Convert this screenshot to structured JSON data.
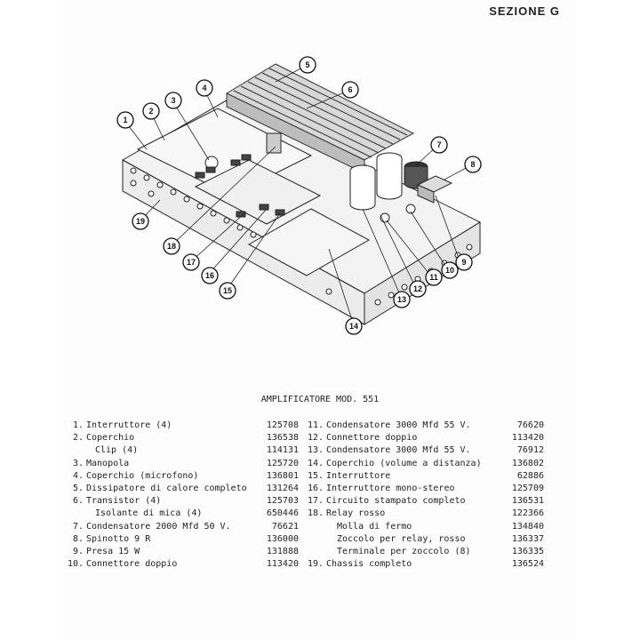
{
  "header": {
    "section": "SEZIONE G"
  },
  "title": "AMPLIFICATORE MOD. 551",
  "callouts": [
    "1",
    "2",
    "3",
    "4",
    "5",
    "6",
    "7",
    "8",
    "9",
    "10",
    "11",
    "12",
    "13",
    "14",
    "15",
    "16",
    "17",
    "18",
    "19"
  ],
  "parts_left": [
    {
      "num": "1.",
      "label": "Interruttore (4)",
      "code": "125708"
    },
    {
      "num": "2.",
      "label": "Coperchio",
      "code": "136538"
    },
    {
      "num": "",
      "label": "Clip (4)",
      "code": "114131",
      "sub": true
    },
    {
      "num": "3.",
      "label": "Manopola",
      "code": "125720"
    },
    {
      "num": "4.",
      "label": "Coperchio (microfono)",
      "code": "136801"
    },
    {
      "num": "5.",
      "label": "Dissipatore di calore completo",
      "code": "131264"
    },
    {
      "num": "6.",
      "label": "Transistor (4)",
      "code": "125703"
    },
    {
      "num": "",
      "label": "Isolante di mica (4)",
      "code": "650446",
      "sub": true
    },
    {
      "num": "7.",
      "label": "Condensatore 2000 Mfd 50 V.",
      "code": "76621"
    },
    {
      "num": "8.",
      "label": "Spinotto 9 R",
      "code": "136000"
    },
    {
      "num": "9.",
      "label": "Presa 15 W",
      "code": "131888"
    },
    {
      "num": "10.",
      "label": "Connettore doppio",
      "code": "113420"
    }
  ],
  "parts_right": [
    {
      "num": "11.",
      "label": "Condensatore 3000 Mfd 55 V.",
      "code": "76620"
    },
    {
      "num": "12.",
      "label": "Connettore doppio",
      "code": "113420"
    },
    {
      "num": "13.",
      "label": "Condensatore 3000 Mfd 55 V.",
      "code": "76912"
    },
    {
      "num": "14.",
      "label": "Coperchio (volume a distanza)",
      "code": "136802"
    },
    {
      "num": "15.",
      "label": "Interruttore",
      "code": "62886"
    },
    {
      "num": "16.",
      "label": "Interruttore mono-stereo",
      "code": "125709"
    },
    {
      "num": "17.",
      "label": "Circuito stampato completo",
      "code": "136531"
    },
    {
      "num": "18.",
      "label": "Relay rosso",
      "code": "122366"
    },
    {
      "num": "",
      "label": "Molla di fermo",
      "code": "134840",
      "sub": true
    },
    {
      "num": "",
      "label": "Zoccolo per relay, rosso",
      "code": "136337",
      "sub": true
    },
    {
      "num": "",
      "label": "Terminale per zoccolo (8)",
      "code": "136335",
      "sub": true
    },
    {
      "num": "19.",
      "label": "Chassis completo",
      "code": "136524"
    }
  ]
}
